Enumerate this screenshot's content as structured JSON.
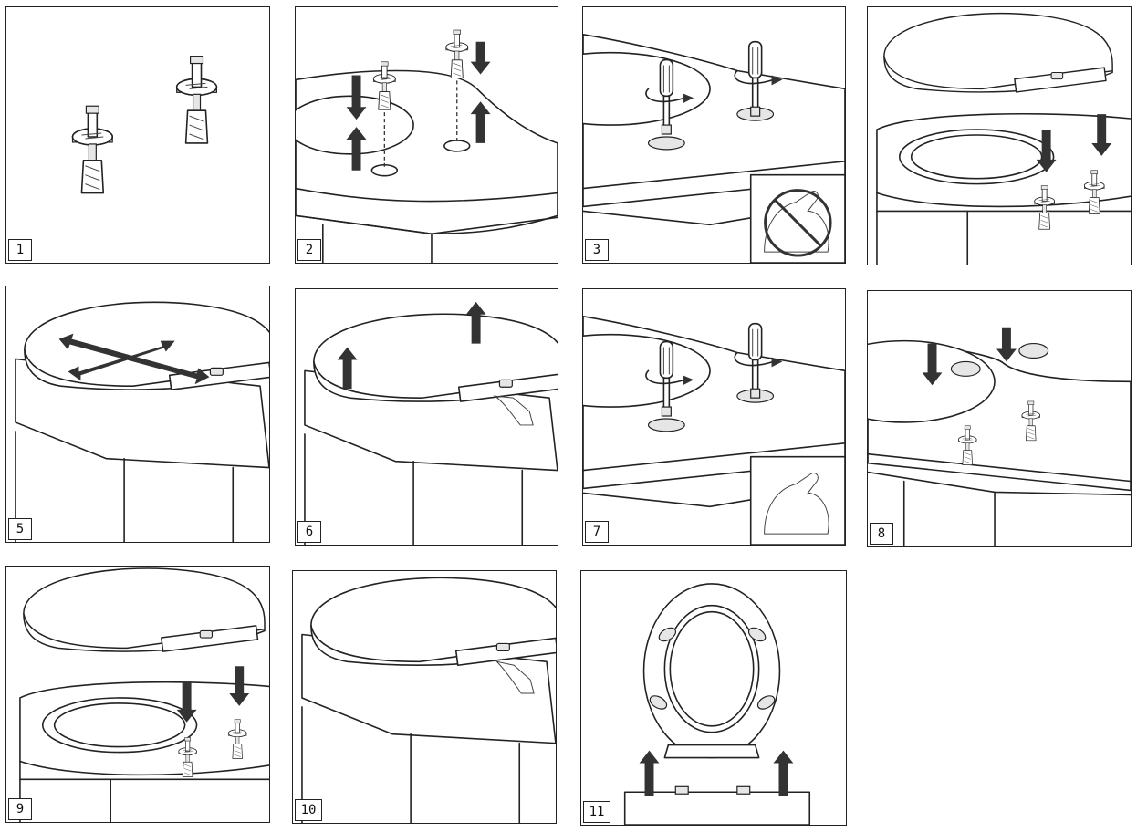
{
  "steps": [
    {
      "number": "1"
    },
    {
      "number": "2"
    },
    {
      "number": "3"
    },
    {
      "number": "4"
    },
    {
      "number": "5"
    },
    {
      "number": "6"
    },
    {
      "number": "7"
    },
    {
      "number": "8"
    },
    {
      "number": "9"
    },
    {
      "number": "10"
    },
    {
      "number": "11"
    }
  ]
}
